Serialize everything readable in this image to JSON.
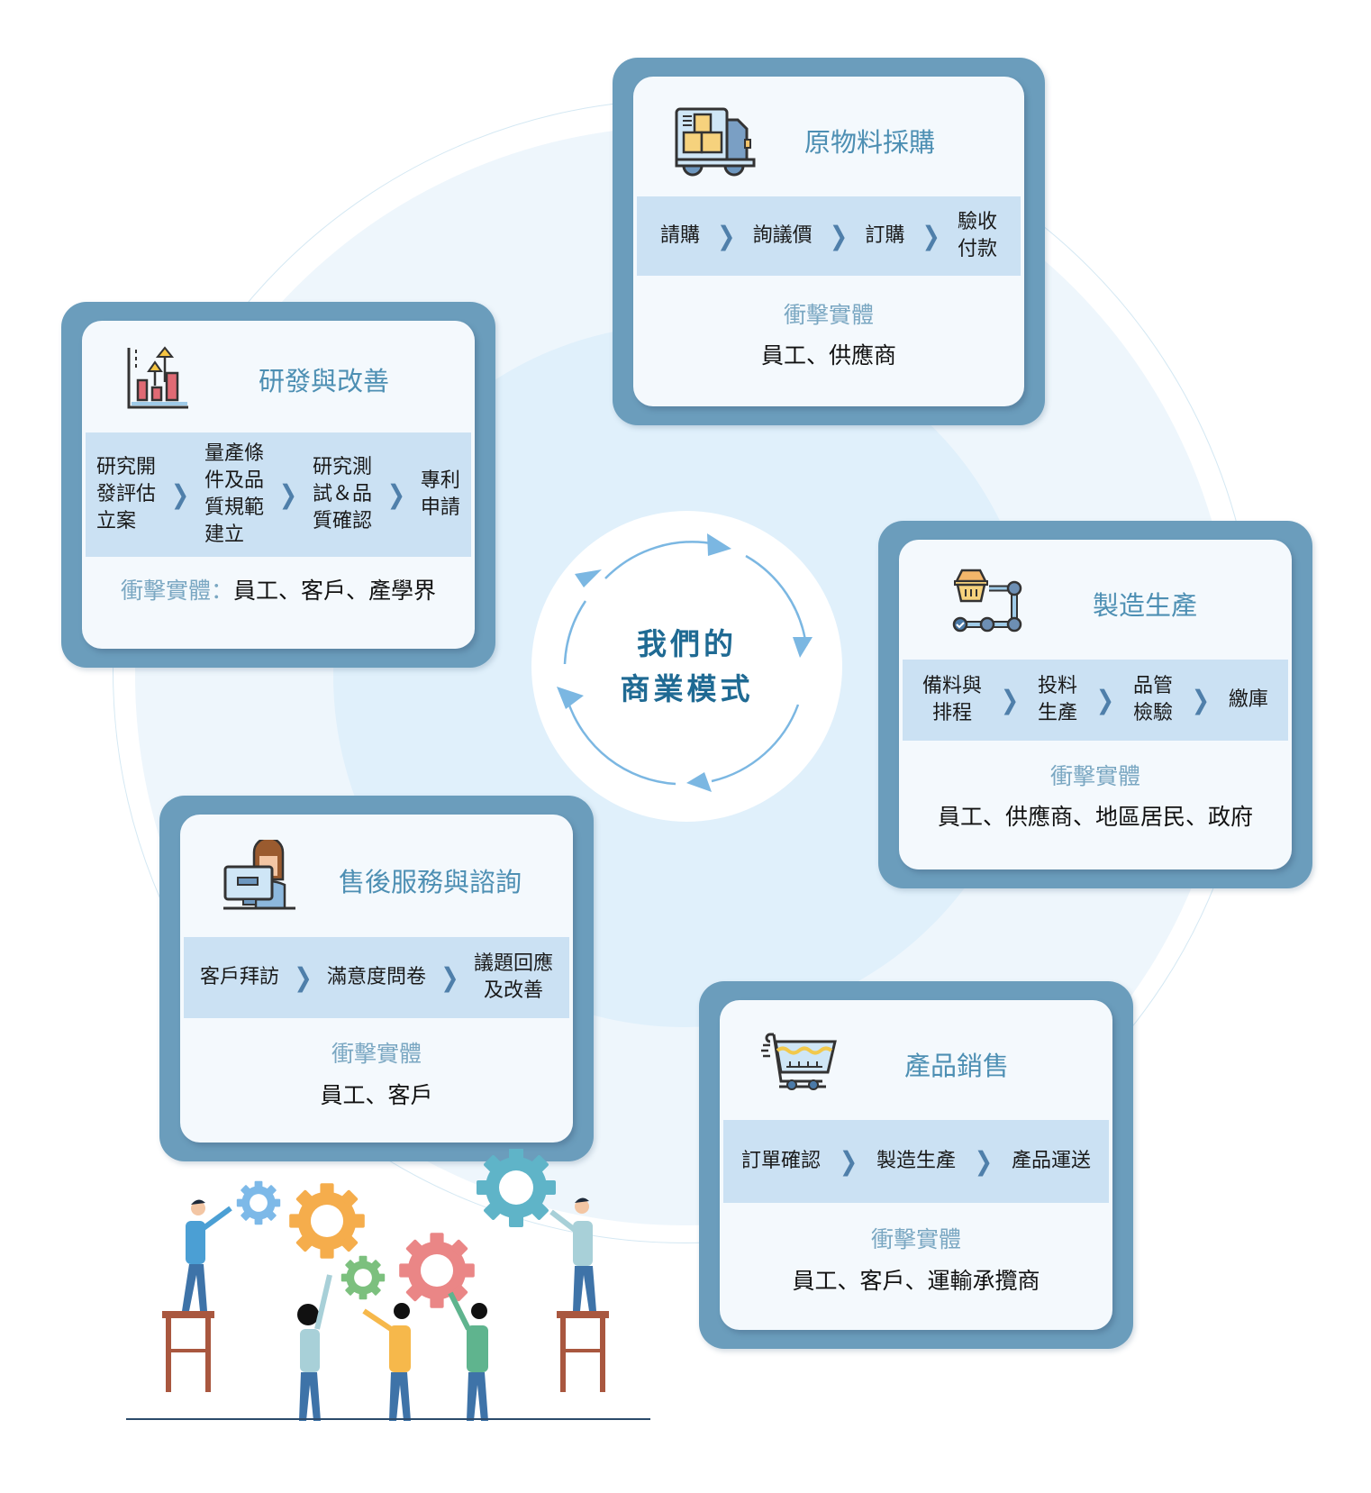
{
  "center": {
    "line1": "我們的",
    "line2": "商業模式"
  },
  "colors": {
    "card_frame": "#6b9dbc",
    "card_inner": "#f4f9fd",
    "step_band": "#cbe1f3",
    "title_blue": "#4d8fb3",
    "impact_label": "#7aa7c2",
    "center_text": "#1f6a93",
    "arrow": "#7bb7e2"
  },
  "cards": {
    "procurement": {
      "title": "原物料採購",
      "icon": "delivery-truck-icon",
      "steps": [
        "請購",
        "詢議價",
        "訂購",
        "驗收\n付款"
      ],
      "impact_label": "衝擊實體",
      "impact_value": "員工、供應商"
    },
    "rnd": {
      "title": "研發與改善",
      "icon": "bar-chart-growth-icon",
      "steps": [
        "研究開\n發評估\n立案",
        "量產條\n件及品\n質規範\n建立",
        "研究測\n試＆品\n質確認",
        "專利\n申請"
      ],
      "impact_label": "衝擊實體：",
      "impact_value": "員工、客戶、產學界"
    },
    "manufacturing": {
      "title": "製造生產",
      "icon": "conveyor-robot-icon",
      "steps": [
        "備料與\n排程",
        "投料\n生產",
        "品管\n檢驗",
        "繳庫"
      ],
      "impact_label": "衝擊實體",
      "impact_value": "員工、供應商、地區居民、政府"
    },
    "aftersales": {
      "title": "售後服務與諮詢",
      "icon": "customer-service-computer-icon",
      "steps": [
        "客戶拜訪",
        "滿意度問卷",
        "議題回應\n及改善"
      ],
      "impact_label": "衝擊實體",
      "impact_value": "員工、客戶"
    },
    "sales": {
      "title": "產品銷售",
      "icon": "shopping-cart-icon",
      "steps": [
        "訂單確認",
        "製造生產",
        "產品運送"
      ],
      "impact_label": "衝擊實體",
      "impact_value": "員工、客戶、運輸承攬商"
    }
  },
  "chevron": "❯",
  "illustration": "people-assembling-gears-illustration"
}
